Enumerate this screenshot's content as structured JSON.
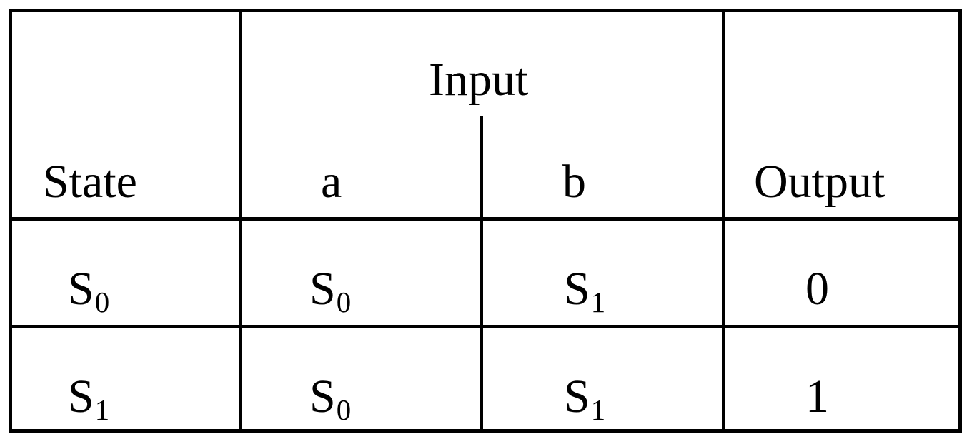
{
  "table": {
    "input_group_header": "Input",
    "columns": {
      "state": "State",
      "a": "a",
      "b": "b",
      "output": "Output"
    },
    "rows": [
      {
        "state": {
          "base": "S",
          "sub": "0"
        },
        "a": {
          "base": "S",
          "sub": "0"
        },
        "b": {
          "base": "S",
          "sub": "1"
        },
        "output": "0"
      },
      {
        "state": {
          "base": "S",
          "sub": "1"
        },
        "a": {
          "base": "S",
          "sub": "0"
        },
        "b": {
          "base": "S",
          "sub": "1"
        },
        "output": "1"
      }
    ]
  }
}
